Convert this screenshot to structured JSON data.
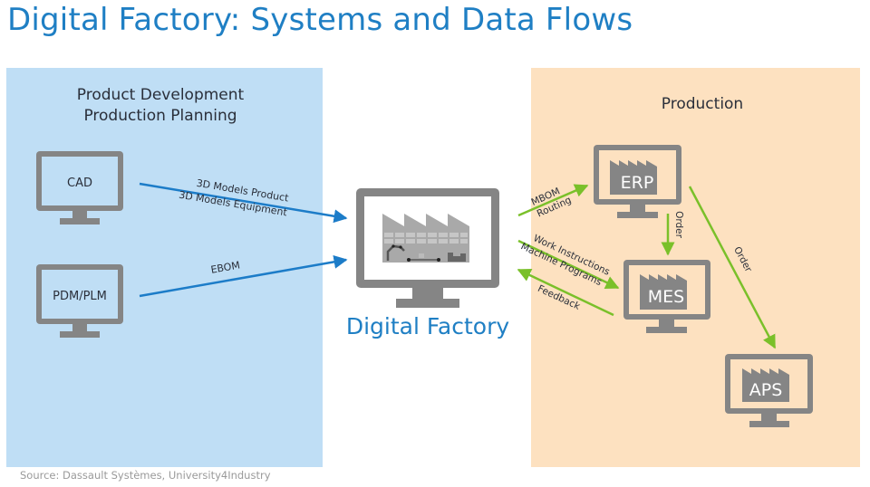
{
  "title": "Digital Factory: Systems and Data Flows",
  "source": "Source: Dassault Systèmes, University4Industry",
  "colors": {
    "title_blue": "#1f7fc4",
    "left_panel": "#bfdef5",
    "right_panel": "#fde1c0",
    "monitor_gray": "#858585",
    "arrow_blue": "#1c7cc8",
    "arrow_green": "#7ac02a",
    "label_dark": "#2a2f3a"
  },
  "panels": {
    "left": {
      "title_line1": "Product Development",
      "title_line2": "Production Planning"
    },
    "right": {
      "title": "Production"
    }
  },
  "systems": {
    "cad": {
      "label": "CAD",
      "icon": "monitor-icon"
    },
    "pdm_plm": {
      "label": "PDM/PLM",
      "icon": "monitor-icon"
    },
    "digital_factory": {
      "label": "Digital Factory",
      "icon": "factory-monitor-icon"
    },
    "erp": {
      "label": "ERP",
      "icon": "factory-monitor-icon"
    },
    "mes": {
      "label": "MES",
      "icon": "factory-monitor-icon"
    },
    "aps": {
      "label": "APS",
      "icon": "factory-monitor-icon"
    }
  },
  "flows": {
    "cad_to_df": {
      "from": "CAD",
      "to": "Digital Factory",
      "label1": "3D Models Product",
      "label2": "3D Models Equipment",
      "color": "blue"
    },
    "pdm_to_df": {
      "from": "PDM/PLM",
      "to": "Digital Factory",
      "label": "EBOM",
      "color": "blue"
    },
    "df_to_erp": {
      "from": "Digital Factory",
      "to": "ERP",
      "label1": "MBOM",
      "label2": "Routing",
      "color": "green"
    },
    "df_to_mes": {
      "from": "Digital Factory",
      "to": "MES",
      "label1": "Work Instructions",
      "label2": "Machine Programs",
      "color": "green"
    },
    "mes_to_df": {
      "from": "MES",
      "to": "Digital Factory",
      "label": "Feedback",
      "color": "green"
    },
    "erp_to_mes": {
      "from": "ERP",
      "to": "MES",
      "label": "Order",
      "color": "green"
    },
    "erp_to_aps": {
      "from": "ERP",
      "to": "APS",
      "label": "Order",
      "color": "green"
    }
  }
}
